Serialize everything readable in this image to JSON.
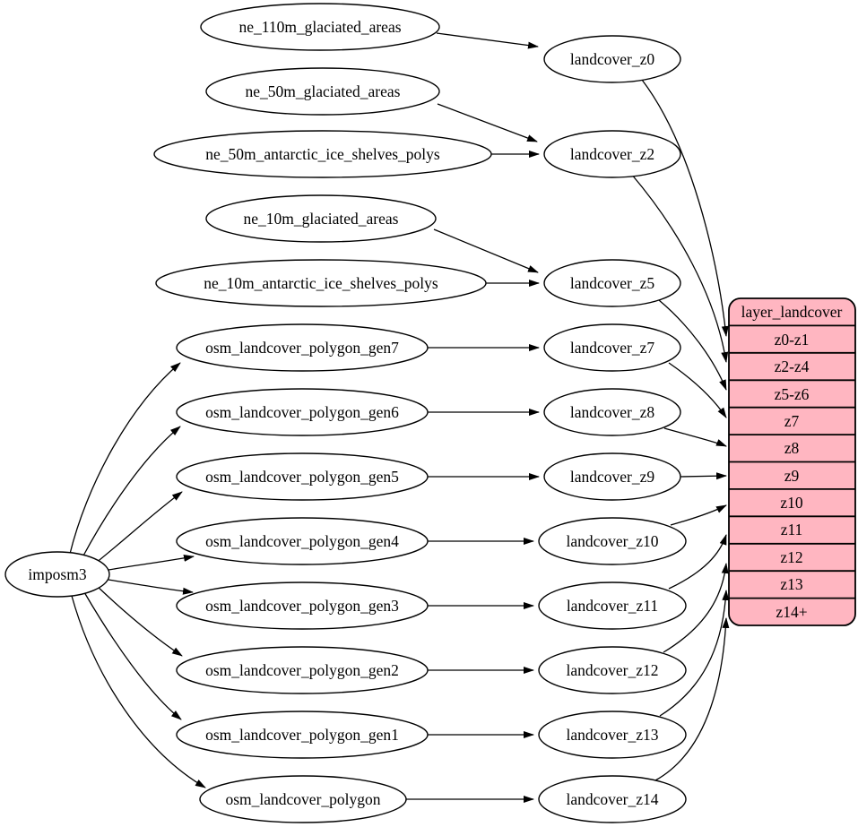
{
  "diagram": {
    "type": "graphviz-digraph",
    "background": "#ffffff",
    "edge_color": "#000000",
    "node_fill": "#ffffff",
    "node_stroke": "#000000",
    "table_fill": "#ffb6c1"
  },
  "nodes": {
    "importer": {
      "label": "imposm3"
    },
    "sources": [
      "ne_110m_glaciated_areas",
      "ne_50m_glaciated_areas",
      "ne_50m_antarctic_ice_shelves_polys",
      "ne_10m_glaciated_areas",
      "ne_10m_antarctic_ice_shelves_polys",
      "osm_landcover_polygon_gen7",
      "osm_landcover_polygon_gen6",
      "osm_landcover_polygon_gen5",
      "osm_landcover_polygon_gen4",
      "osm_landcover_polygon_gen3",
      "osm_landcover_polygon_gen2",
      "osm_landcover_polygon_gen1",
      "osm_landcover_polygon"
    ],
    "intermediate": [
      "landcover_z0",
      "landcover_z2",
      "landcover_z5",
      "landcover_z7",
      "landcover_z8",
      "landcover_z9",
      "landcover_z10",
      "landcover_z11",
      "landcover_z12",
      "landcover_z13",
      "landcover_z14"
    ]
  },
  "table": {
    "title": "layer_landcover",
    "rows": [
      "z0-z1",
      "z2-z4",
      "z5-z6",
      "z7",
      "z8",
      "z9",
      "z10",
      "z11",
      "z12",
      "z13",
      "z14+"
    ]
  }
}
